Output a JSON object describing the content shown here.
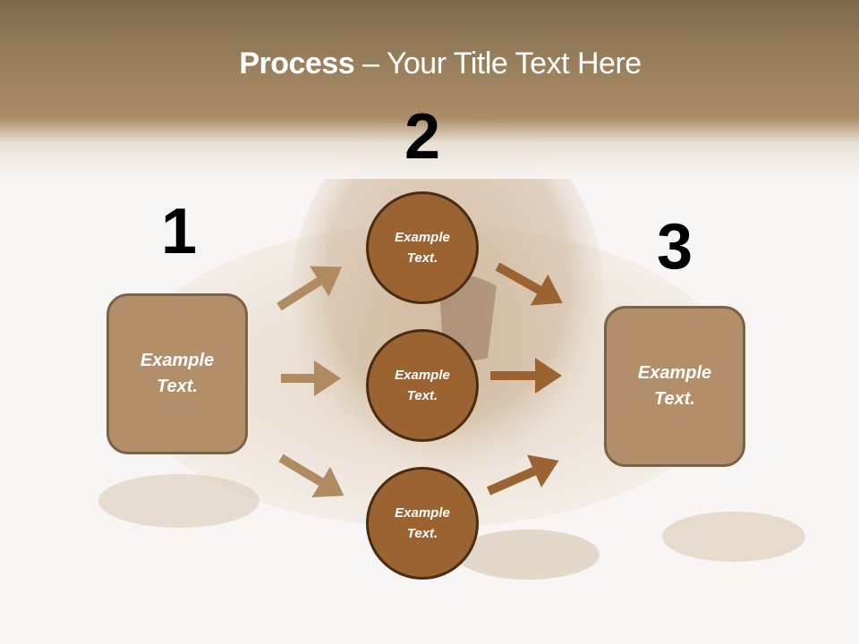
{
  "slide": {
    "title_strong": "Process",
    "title_rest": " – Your Title Text Here",
    "background_image": "lion-photo-faded",
    "colors": {
      "header_top": "#7a6446",
      "header_bottom": "#a98a63",
      "box_fill": "#b28e69",
      "box_border": "#7c6247",
      "circle_fill": "#9a6331",
      "circle_border": "#4a2c12",
      "arrow_light": "#b08a60",
      "arrow_dark": "#9a6331"
    }
  },
  "steps": [
    {
      "number": "1",
      "text": "Example\nText."
    },
    {
      "number": "2",
      "text": ""
    },
    {
      "number": "3",
      "text": "Example\nText."
    }
  ],
  "circles": [
    {
      "text": "Example\nText."
    },
    {
      "text": "Example\nText."
    },
    {
      "text": "Example\nText."
    }
  ],
  "arrows": [
    {
      "from": "box-1",
      "to": "circle-1",
      "direction": "up-right"
    },
    {
      "from": "box-1",
      "to": "circle-2",
      "direction": "right"
    },
    {
      "from": "box-1",
      "to": "circle-3",
      "direction": "down-right"
    },
    {
      "from": "circle-1",
      "to": "box-3",
      "direction": "down-right"
    },
    {
      "from": "circle-2",
      "to": "box-3",
      "direction": "right"
    },
    {
      "from": "circle-3",
      "to": "box-3",
      "direction": "up-right"
    }
  ]
}
